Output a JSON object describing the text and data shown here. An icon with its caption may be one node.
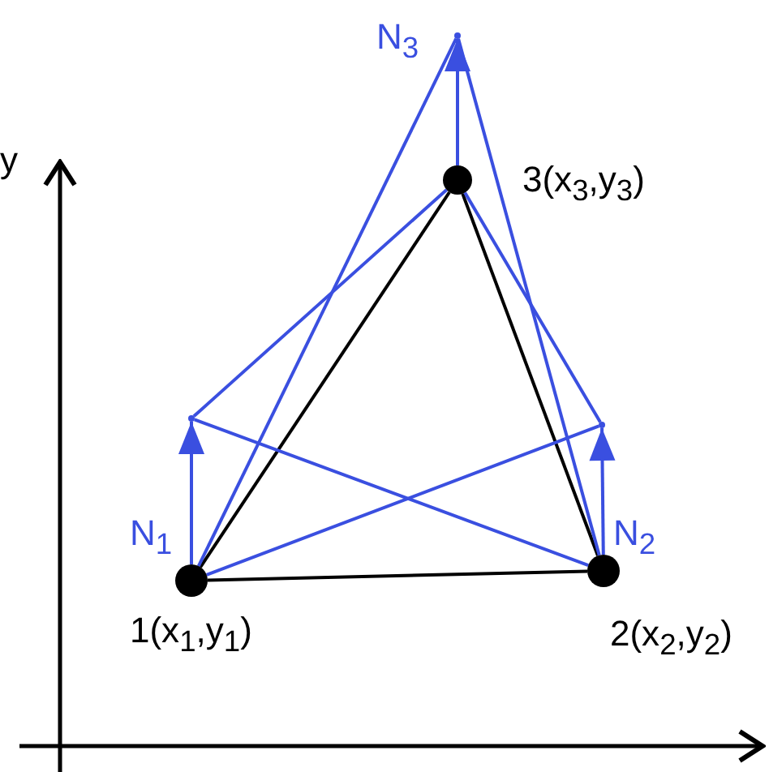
{
  "diagram": {
    "nodes": [
      {
        "text": [],
        "shape": "point"
      },
      {
        "text": [],
        "shape": "circle",
        "beside": [
          "3(x$_{3}$,y$_{3}$)"
        ]
      },
      {
        "text": [],
        "shape": "point"
      },
      {
        "text": [],
        "shape": "point"
      },
      {
        "text": [],
        "shape": "circle",
        "beside": [
          "1(x$_{1}$,y$_{1}$)"
        ]
      },
      {
        "text": [],
        "shape": "circle",
        "beside": [
          "2(x$_{2}$,y$_{2}$)"
        ]
      }
    ],
    "edges": [
      {
        "from": 4,
        "to": 5,
        "arrow": "none",
        "color": "#000000"
      },
      {
        "from": 5,
        "to": 1,
        "arrow": "none",
        "color": "#000000"
      },
      {
        "from": 1,
        "to": 4,
        "arrow": "none",
        "color": "#000000"
      },
      {
        "from": 4,
        "to": 2,
        "arrow": "to",
        "label": "N$_{1}$"
      },
      {
        "from": 5,
        "to": 3,
        "arrow": "to",
        "label": "N$_{2}$"
      },
      {
        "from": 1,
        "to": 0,
        "arrow": "to",
        "label": "N$_{3}$"
      },
      {
        "from": 2,
        "to": 5,
        "arrow": "none"
      },
      {
        "from": 2,
        "to": 1,
        "arrow": "none"
      },
      {
        "from": 3,
        "to": 4,
        "arrow": "none"
      },
      {
        "from": 3,
        "to": 1,
        "arrow": "none"
      },
      {
        "from": 0,
        "to": 4,
        "arrow": "none"
      },
      {
        "from": 0,
        "to": 5,
        "arrow": "none"
      }
    ],
    "labels": [
      "y"
    ]
  }
}
